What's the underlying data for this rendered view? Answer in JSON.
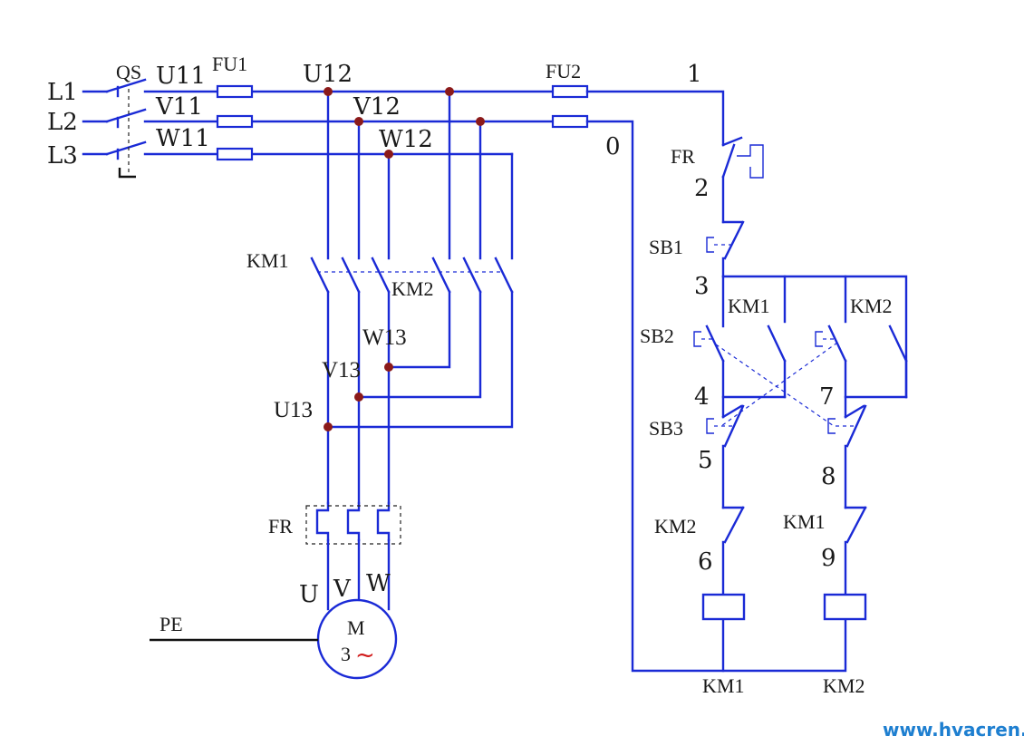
{
  "labels": {
    "l1": "L1",
    "l2": "L2",
    "l3": "L3",
    "qs": "QS",
    "u11": "U11",
    "v11": "V11",
    "w11": "W11",
    "fu1": "FU1",
    "u12": "U12",
    "v12": "V12",
    "w12": "W12",
    "fu2": "FU2",
    "n1": "1",
    "n0": "0",
    "fr_ctrl": "FR",
    "n2": "2",
    "sb1": "SB1",
    "n3": "3",
    "km1_hold": "KM1",
    "km2_hold": "KM2",
    "sb2": "SB2",
    "n4": "4",
    "n7": "7",
    "sb3": "SB3",
    "n5": "5",
    "n8": "8",
    "km2_interlock": "KM2",
    "km1_interlock": "KM1",
    "n6": "6",
    "n9": "9",
    "km1_coil": "KM1",
    "km2_coil": "KM2",
    "km1_main": "KM1",
    "km2_main": "KM2",
    "w13": "W13",
    "v13": "V13",
    "u13": "U13",
    "fr_main": "FR",
    "u": "U",
    "v": "V",
    "w": "W",
    "pe": "PE",
    "motor_m": "M",
    "motor_3": "3",
    "motor_tilde": "~"
  },
  "watermark": "www.hvacren.cn",
  "colors": {
    "wire": "#1a2ad6",
    "junction": "#8b1a1a",
    "text": "#1a1a1a",
    "watermark": "#1e7fd0",
    "tilde": "#d01818"
  }
}
